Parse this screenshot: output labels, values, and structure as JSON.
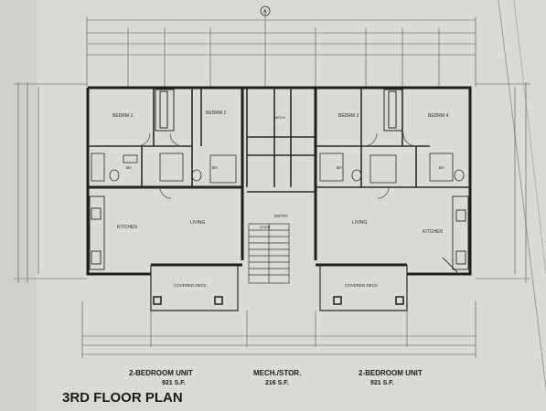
{
  "plan_title": "3RD FLOOR PLAN",
  "rooms": {
    "bedroom_1": "BEDRM 1",
    "bedroom_2": "BEDRM 2",
    "bedroom_3": "BEDRM 3",
    "bedroom_4": "BEDRM 4",
    "bath": "BA",
    "kitchen": "KITCHEN",
    "living": "LIVING",
    "deck": "COVERED DECK",
    "entry": "ENTRY",
    "stair": "STAIR",
    "mech": "MECH"
  },
  "units": [
    {
      "name": "2-BEDROOM UNIT",
      "area": "921 S.F."
    },
    {
      "name": "MECH./STOR.",
      "area": "216 S.F."
    },
    {
      "name": "2-BEDROOM UNIT",
      "area": "921 S.F."
    }
  ],
  "top_marker": "A"
}
